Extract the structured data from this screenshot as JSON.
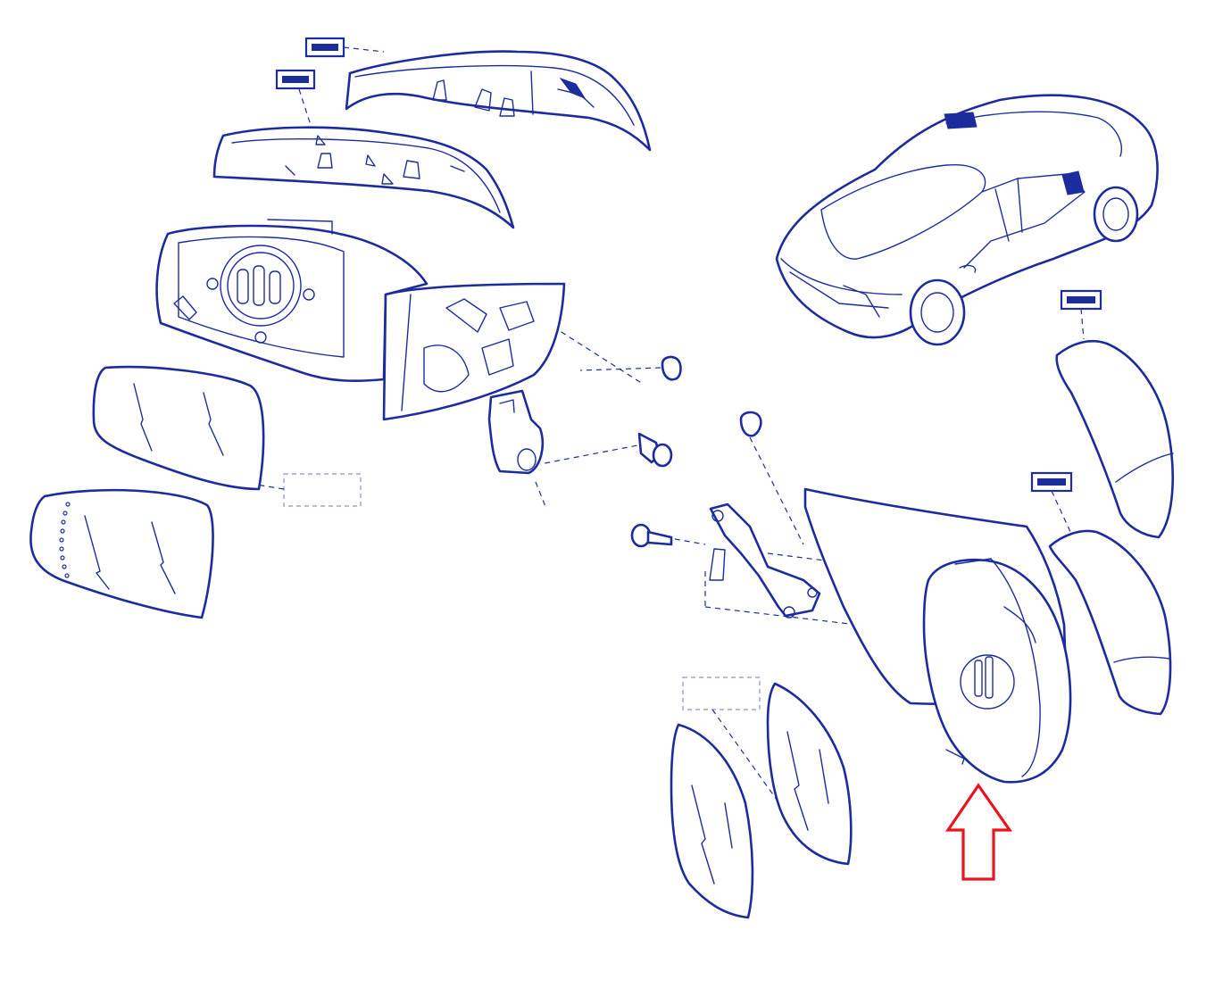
{
  "colors": {
    "line": "#1c2c9c",
    "highlight_arrow": "#e8141e",
    "background": "#ffffff"
  },
  "diagram": {
    "components": [
      "upper-cover-left",
      "lower-cover-left",
      "mirror-housing-left",
      "mirror-glass-left",
      "mirror-glass-left-heated",
      "car-overview",
      "cover-right-upper",
      "cover-right-lower",
      "mirror-housing-right",
      "mirror-glass-right-a",
      "mirror-glass-right-b",
      "mounting-bracket",
      "screw",
      "grommet"
    ],
    "highlighted_component": "mirror-housing-right"
  }
}
